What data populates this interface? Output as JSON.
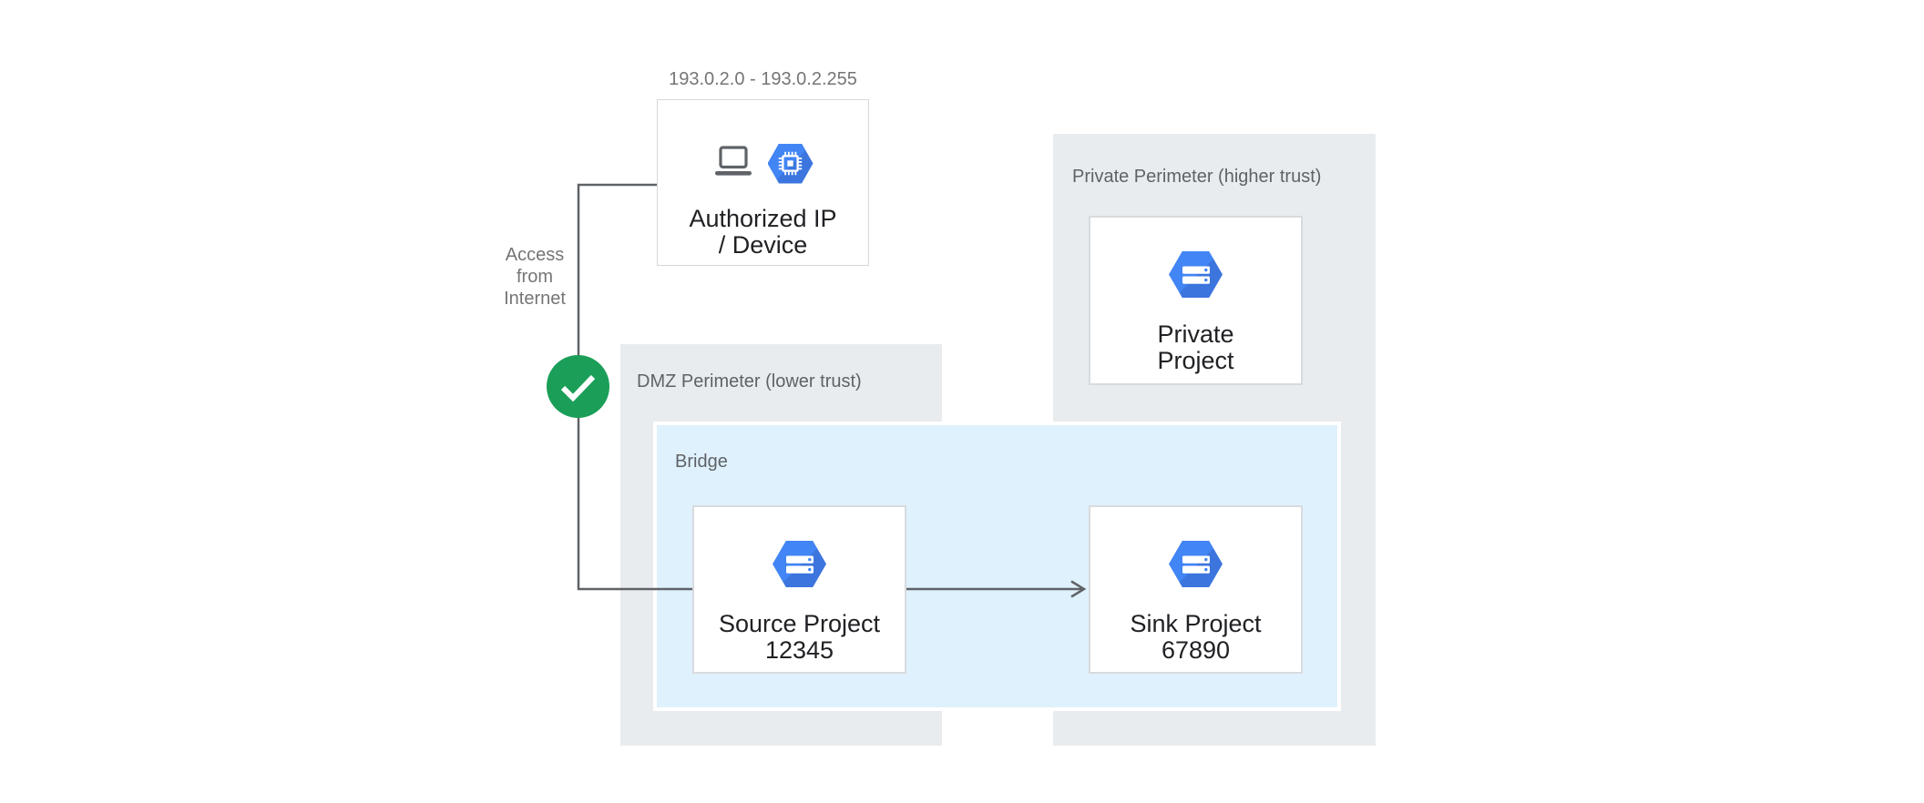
{
  "diagram": {
    "labels": {
      "ip_range": "193.0.2.0 - 193.0.2.255",
      "access": "Access\nfrom\nInternet"
    },
    "containers": {
      "dmz": {
        "label": "DMZ Perimeter (lower trust)"
      },
      "bridge": {
        "label": "Bridge"
      },
      "private_perimeter": {
        "label": "Private Perimeter (higher trust)"
      }
    },
    "nodes": {
      "authorized": {
        "title": "Authorized IP\n/ Device",
        "icons": [
          "laptop-icon",
          "compute-engine-icon"
        ]
      },
      "source": {
        "title": "Source Project\n12345",
        "icon": "cloud-project-icon"
      },
      "sink": {
        "title": "Sink Project\n67890",
        "icon": "cloud-project-icon"
      },
      "private": {
        "title": "Private\nProject",
        "icon": "cloud-project-icon"
      }
    },
    "status": {
      "icon": "check-icon",
      "meaning": "access allowed"
    },
    "colors": {
      "hexagon_blue": "#4285f4",
      "hexagon_shadow": "#3c75de",
      "check_green": "#1a9e58",
      "bridge_fill": "#dff1fc",
      "perimeter_fill": "#e9ecee",
      "connector_gray": "#5f6368",
      "title_text": "#202124",
      "label_gray": "#757575"
    }
  }
}
